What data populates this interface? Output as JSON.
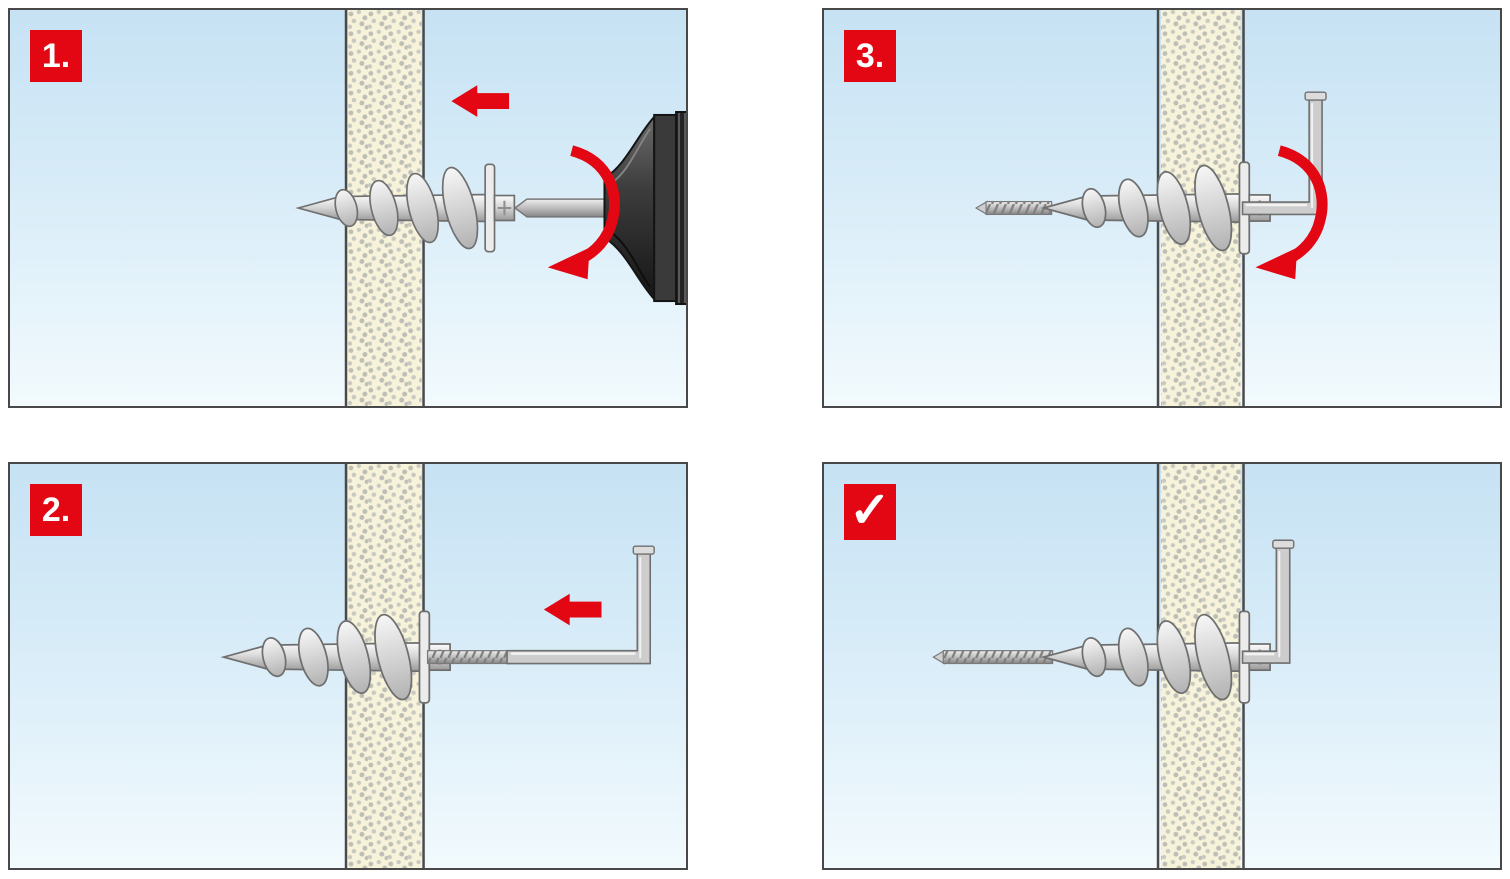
{
  "colors": {
    "accent_red": "#e30613",
    "panel_border": "#484848",
    "sky_top": "#c6e2f3",
    "sky_bottom": "#f2fafd",
    "wall_fill": "#f7f2da",
    "wall_dot": "#bdbfb6",
    "metal_light": "#fbfbfb",
    "metal_dark": "#9a9a9a",
    "chuck_dark": "#232323"
  },
  "panels": [
    {
      "name": "step-1",
      "badge": "1.",
      "graphics": [
        "plasterboard-wall",
        "self-drilling-anchor",
        "phillips-bit",
        "drill-chuck",
        "left-arrow-icon",
        "rotation-arrow-icon"
      ]
    },
    {
      "name": "step-3",
      "badge": "3.",
      "graphics": [
        "plasterboard-wall",
        "self-drilling-anchor",
        "hook-screw",
        "rotation-arrow-icon"
      ]
    },
    {
      "name": "step-2",
      "badge": "2.",
      "graphics": [
        "plasterboard-wall",
        "self-drilling-anchor",
        "hook-screw",
        "left-arrow-icon"
      ]
    },
    {
      "name": "step-done",
      "badge": "✓",
      "graphics": [
        "plasterboard-wall",
        "self-drilling-anchor",
        "hook-screw"
      ]
    }
  ]
}
